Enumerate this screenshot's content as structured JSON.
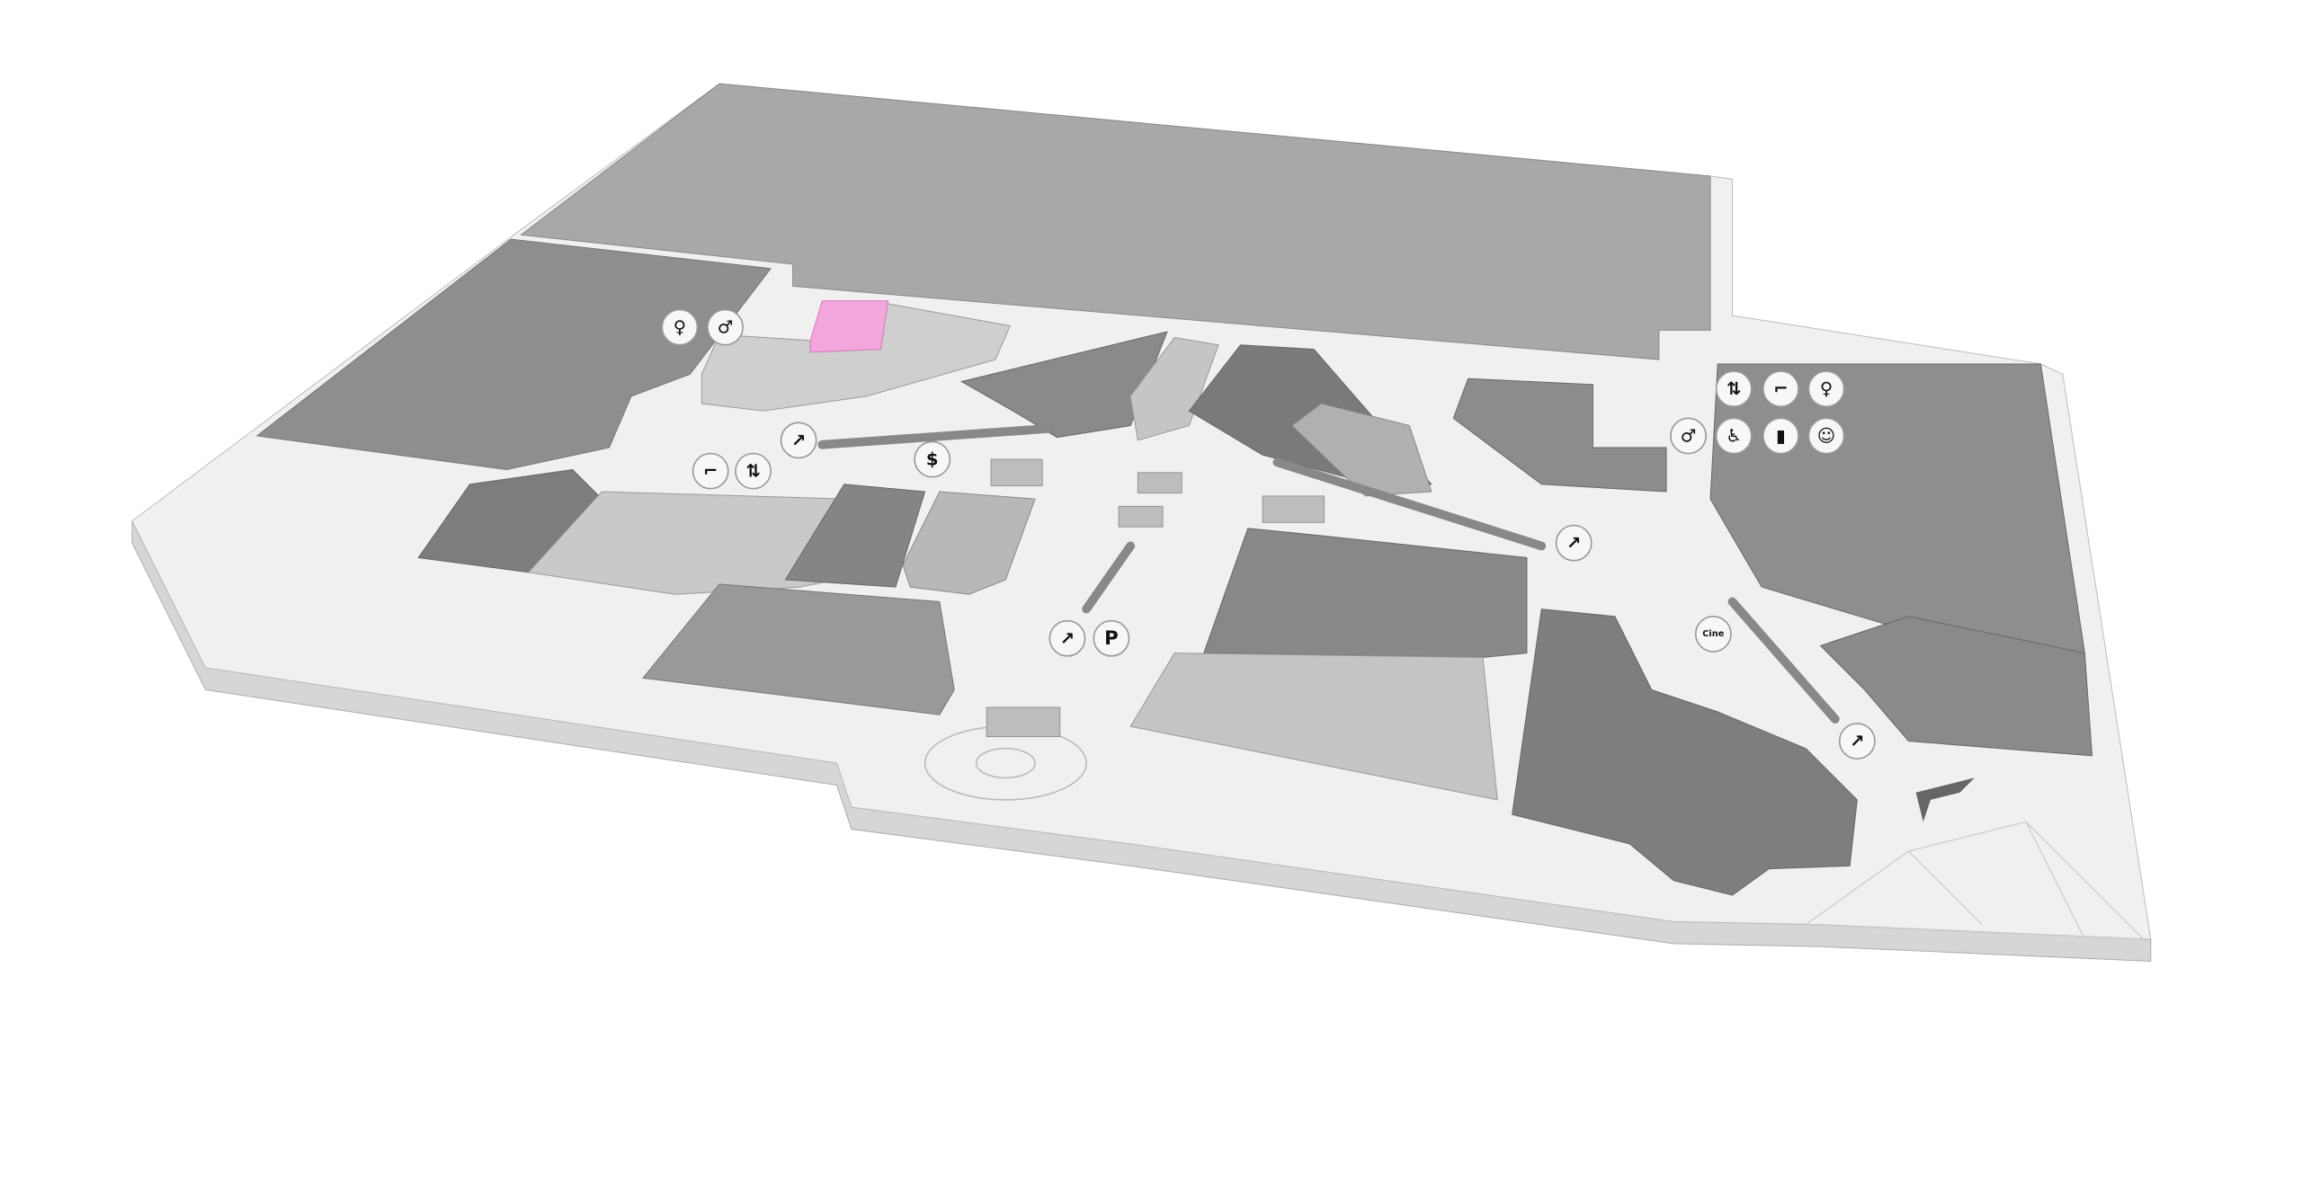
{
  "map": {
    "highlight_color": "#f2a6dc",
    "floor_color": "#eeeeee",
    "pois": [
      {
        "id": "toilet-female-1",
        "icon": "female-toilet-icon"
      },
      {
        "id": "toilet-male-1",
        "icon": "male-toilet-icon"
      },
      {
        "id": "stairs-1",
        "icon": "stairs-icon"
      },
      {
        "id": "elevator-1",
        "icon": "elevator-icon"
      },
      {
        "id": "escalator-1",
        "icon": "escalator-icon"
      },
      {
        "id": "atm-1",
        "icon": "atm-icon"
      },
      {
        "id": "escalator-2",
        "icon": "escalator-icon"
      },
      {
        "id": "escalator-3",
        "icon": "escalator-icon"
      },
      {
        "id": "parking",
        "icon": "parking-icon",
        "label": "P"
      },
      {
        "id": "cinema",
        "icon": "cinema-icon",
        "label": "Cine"
      },
      {
        "id": "escalator-4",
        "icon": "escalator-icon"
      },
      {
        "id": "elevator-2",
        "icon": "elevator-icon"
      },
      {
        "id": "stairs-2",
        "icon": "stairs-icon"
      },
      {
        "id": "toilet-female-2",
        "icon": "female-toilet-icon"
      },
      {
        "id": "toilet-male-2",
        "icon": "male-toilet-icon"
      },
      {
        "id": "accessible-toilet",
        "icon": "wheelchair-icon"
      },
      {
        "id": "baby-bottle",
        "icon": "baby-bottle-icon"
      },
      {
        "id": "baby-change",
        "icon": "baby-change-icon"
      }
    ]
  }
}
